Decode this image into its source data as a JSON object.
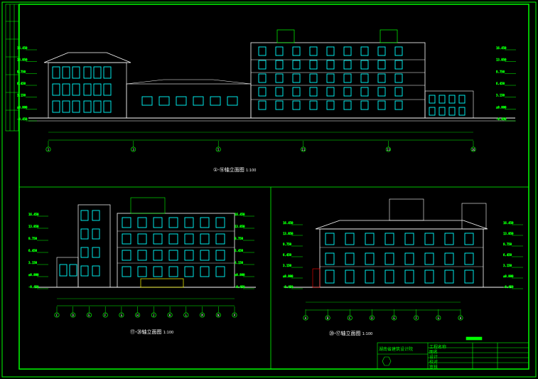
{
  "views": [
    {
      "key": "top",
      "title": "①-⑯轴立面图",
      "scale": "1:100"
    },
    {
      "key": "left",
      "title": "⑰-⑳轴立面图",
      "scale": "1:100"
    },
    {
      "key": "right",
      "title": "⑳-⑰轴立面图",
      "scale": "1:100"
    }
  ],
  "top_axes": [
    "1",
    "3",
    "5",
    "11",
    "13",
    "16"
  ],
  "left_axes": [
    "C",
    "D",
    "E",
    "F",
    "G",
    "H",
    "J",
    "K",
    "L",
    "M",
    "N",
    "P"
  ],
  "right_axes": [
    "A",
    "B",
    "C",
    "D",
    "E",
    "F",
    "G",
    "H"
  ],
  "levels": [
    "16.450",
    "13.050",
    "9.750",
    "6.450",
    "3.150",
    "±0.000",
    "-0.450"
  ],
  "title_block": {
    "company": "湖南省建筑设计院",
    "rows": [
      "工程名称",
      "图名",
      "设计",
      "校对",
      "审核"
    ]
  },
  "colors": {
    "frame": "#00ff00",
    "window": "#00ffff",
    "line": "#ffffff",
    "dim": "#00ff00",
    "accent": "#ffff00",
    "red": "#ff0000"
  }
}
